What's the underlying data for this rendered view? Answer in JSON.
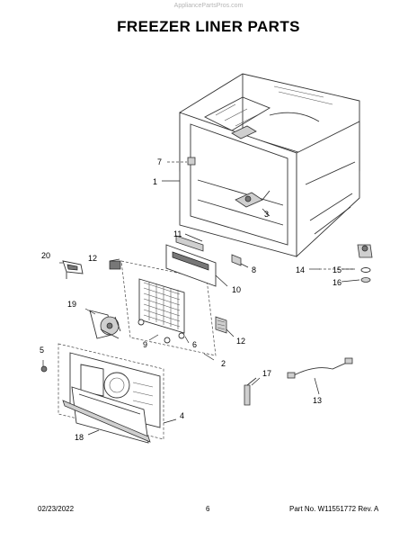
{
  "header": {
    "watermark": "AppliancePartsPros.com",
    "title": "FREEZER LINER PARTS"
  },
  "callouts": [
    "1",
    "2",
    "3",
    "4",
    "5",
    "6",
    "7",
    "8",
    "9",
    "10",
    "11",
    "12",
    "12",
    "13",
    "14",
    "15",
    "16",
    "17",
    "18",
    "19",
    "20"
  ],
  "footer": {
    "date": "02/23/2022",
    "page": "6",
    "part_number": "Part No. W11551772  Rev. A"
  }
}
